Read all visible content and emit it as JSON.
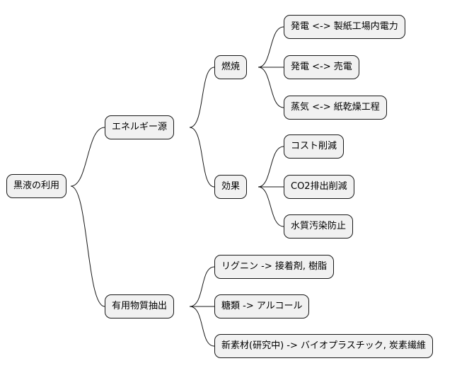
{
  "mindmap": {
    "root": "黒液の利用",
    "branches": [
      {
        "label": "エネルギー源",
        "children": [
          {
            "label": "燃焼",
            "children": [
              "発電 <-> 製紙工場内電力",
              "発電 <-> 売電",
              "蒸気 <-> 紙乾燥工程"
            ]
          },
          {
            "label": "効果",
            "children": [
              "コスト削減",
              "CO2排出削減",
              "水質汚染防止"
            ]
          }
        ]
      },
      {
        "label": "有用物質抽出",
        "children": [
          "リグニン -> 接着剤, 樹脂",
          "糖類 -> アルコール",
          "新素材(研究中) -> バイオプラスチック, 炭素繊維"
        ]
      }
    ]
  },
  "colors": {
    "node_fill": "#f1f1f1",
    "node_border": "#181818",
    "edge": "#181818",
    "background": "#ffffff"
  }
}
